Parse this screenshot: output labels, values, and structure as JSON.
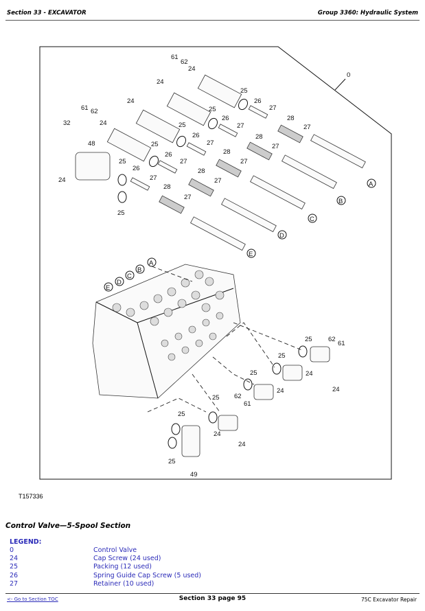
{
  "header": {
    "section": "Section 33 - EXCAVATOR",
    "group": "Group 3360: Hydraulic System"
  },
  "figure": {
    "id": "T157336",
    "callouts": [
      "0",
      "24",
      "25",
      "26",
      "27",
      "28",
      "32",
      "48",
      "49",
      "61",
      "62"
    ],
    "spool_markers": [
      "A",
      "B",
      "C",
      "D",
      "E"
    ]
  },
  "caption": "Control Valve—5-Spool Section",
  "legend": {
    "title": "LEGEND:",
    "items": [
      {
        "num": "0",
        "desc": "Control Valve"
      },
      {
        "num": "24",
        "desc": "Cap Screw (24 used)"
      },
      {
        "num": "25",
        "desc": "Packing (12 used)"
      },
      {
        "num": "26",
        "desc": "Spring Guide Cap Screw (5 used)"
      },
      {
        "num": "27",
        "desc": "Retainer (10 used)"
      }
    ]
  },
  "footer": {
    "toc_link": "<- Go to Section TOC",
    "page": "Section 33 page 95",
    "manual": "75C Excavator Repair"
  },
  "colors": {
    "legend": "#2a2ab8",
    "link": "#2a2ab8"
  }
}
